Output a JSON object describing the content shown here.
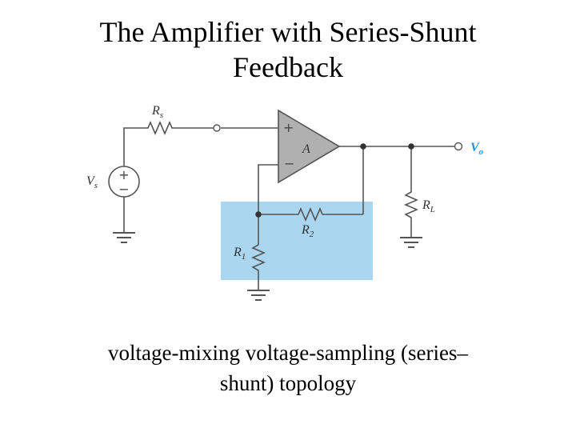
{
  "title": {
    "line1": "The Amplifier with Series-Shunt",
    "line2": "Feedback"
  },
  "diagram": {
    "rs_label": "R",
    "rs_sub": "s",
    "vs_label": "V",
    "vs_sub": "s",
    "amp_label": "A",
    "plus_sign": "+",
    "minus_sign": "−",
    "vo_label": "V",
    "vo_sub": "o",
    "rl_label": "R",
    "rl_sub": "L",
    "r2_label": "R",
    "r2_sub": "2",
    "r1_label": "R",
    "r1_sub": "1",
    "colors": {
      "wire": "#555555",
      "amp_fill": "#b0b0b0",
      "feedback_box": "#aad7ef",
      "output_label": "#2a8fd6"
    }
  },
  "caption": {
    "line1": "voltage-mixing voltage-sampling (series–",
    "line2": "shunt) topology"
  }
}
